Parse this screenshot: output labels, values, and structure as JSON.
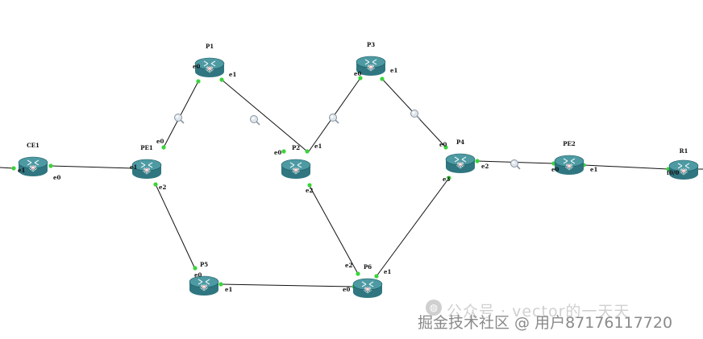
{
  "colors": {
    "router_top": "#4d9aa3",
    "router_side": "#2f7680",
    "router_edge": "#1f5a62",
    "endpoint": "#39d439",
    "link": "#111111",
    "capture_lens": "#b8c2cc"
  },
  "routers": {
    "ce1": {
      "name": "CE1"
    },
    "pe1": {
      "name": "PE1"
    },
    "p1": {
      "name": "P1"
    },
    "p2": {
      "name": "P2"
    },
    "p3": {
      "name": "P3"
    },
    "p4": {
      "name": "P4"
    },
    "p5": {
      "name": "P5"
    },
    "p6": {
      "name": "P6"
    },
    "pe2": {
      "name": "PE2"
    },
    "r1": {
      "name": "R1"
    }
  },
  "interfaces": {
    "ce1_e1": "e1",
    "ce1_e0": "e0",
    "pe1_e1": "e1",
    "pe1_e0": "e0",
    "pe1_e2": "e2",
    "p1_e0": "e0",
    "p1_e1": "e1",
    "p2_e0": "e0",
    "p2_e1": "e1",
    "p2_e2": "e2",
    "p3_e0": "e0",
    "p3_e1": "e1",
    "p4_e0": "e0",
    "p4_e2": "e2",
    "p4_e3": "e3",
    "p5_e0": "e0",
    "p5_e1": "e1",
    "p6_e0": "e0",
    "p6_e1": "e1",
    "p6_e2": "e2",
    "pe2_e0": "e0",
    "pe2_e1": "e1",
    "r1_f00": "f0/0"
  },
  "watermark": {
    "line1": "公众号 · vector的一天天",
    "line2": "掘金技术社区 @ 用户8717611772​0"
  }
}
